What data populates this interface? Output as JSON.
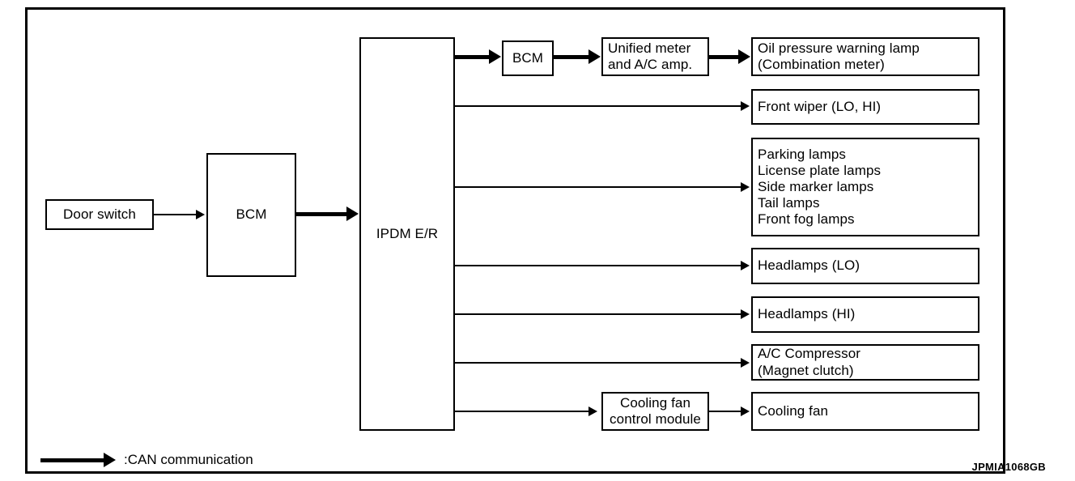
{
  "figure": {
    "id_code": "JPMIA1068GB",
    "legend": {
      "symbol_name": "thick-arrow",
      "label": ":CAN communication"
    }
  },
  "blocks": {
    "door_switch": {
      "label": "Door switch"
    },
    "bcm_main": {
      "label": "BCM"
    },
    "ipdm_er": {
      "label": "IPDM E/R"
    },
    "bcm_small": {
      "label": "BCM"
    },
    "unified_meter": {
      "label": "Unified meter\nand A/C amp."
    },
    "cooling_fan_control_module": {
      "label": "Cooling fan\ncontrol module"
    }
  },
  "outputs": [
    {
      "key": "oil_pressure_warning_lamp",
      "label": "Oil pressure warning lamp\n(Combination meter)"
    },
    {
      "key": "front_wiper",
      "label": "Front wiper (LO, HI)"
    },
    {
      "key": "exterior_lamps",
      "label": "Parking lamps\nLicense plate lamps\nSide marker lamps\nTail lamps\nFront fog lamps"
    },
    {
      "key": "headlamps_lo",
      "label": "Headlamps (LO)"
    },
    {
      "key": "headlamps_hi",
      "label": "Headlamps (HI)"
    },
    {
      "key": "ac_compressor",
      "label": "A/C Compressor\n(Magnet clutch)"
    },
    {
      "key": "cooling_fan",
      "label": "Cooling fan"
    }
  ],
  "colors": {
    "line": "#000000",
    "background": "#ffffff"
  }
}
